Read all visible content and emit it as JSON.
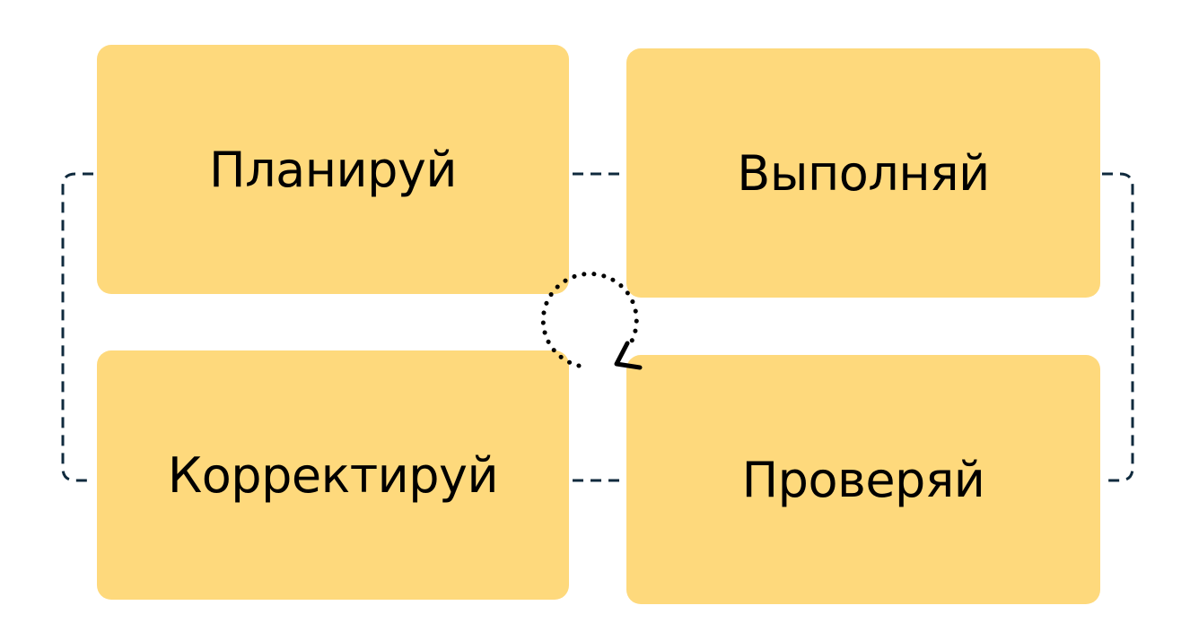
{
  "colors": {
    "box_fill": "#FED97C",
    "connector": "#0F2A3D",
    "cycle_arrow": "#000000",
    "text": "#000000"
  },
  "steps": [
    {
      "label": "Планируй"
    },
    {
      "label": "Выполняй"
    },
    {
      "label": "Корректируй"
    },
    {
      "label": "Проверяй"
    }
  ],
  "center_icon": "cycle-arrow-icon"
}
